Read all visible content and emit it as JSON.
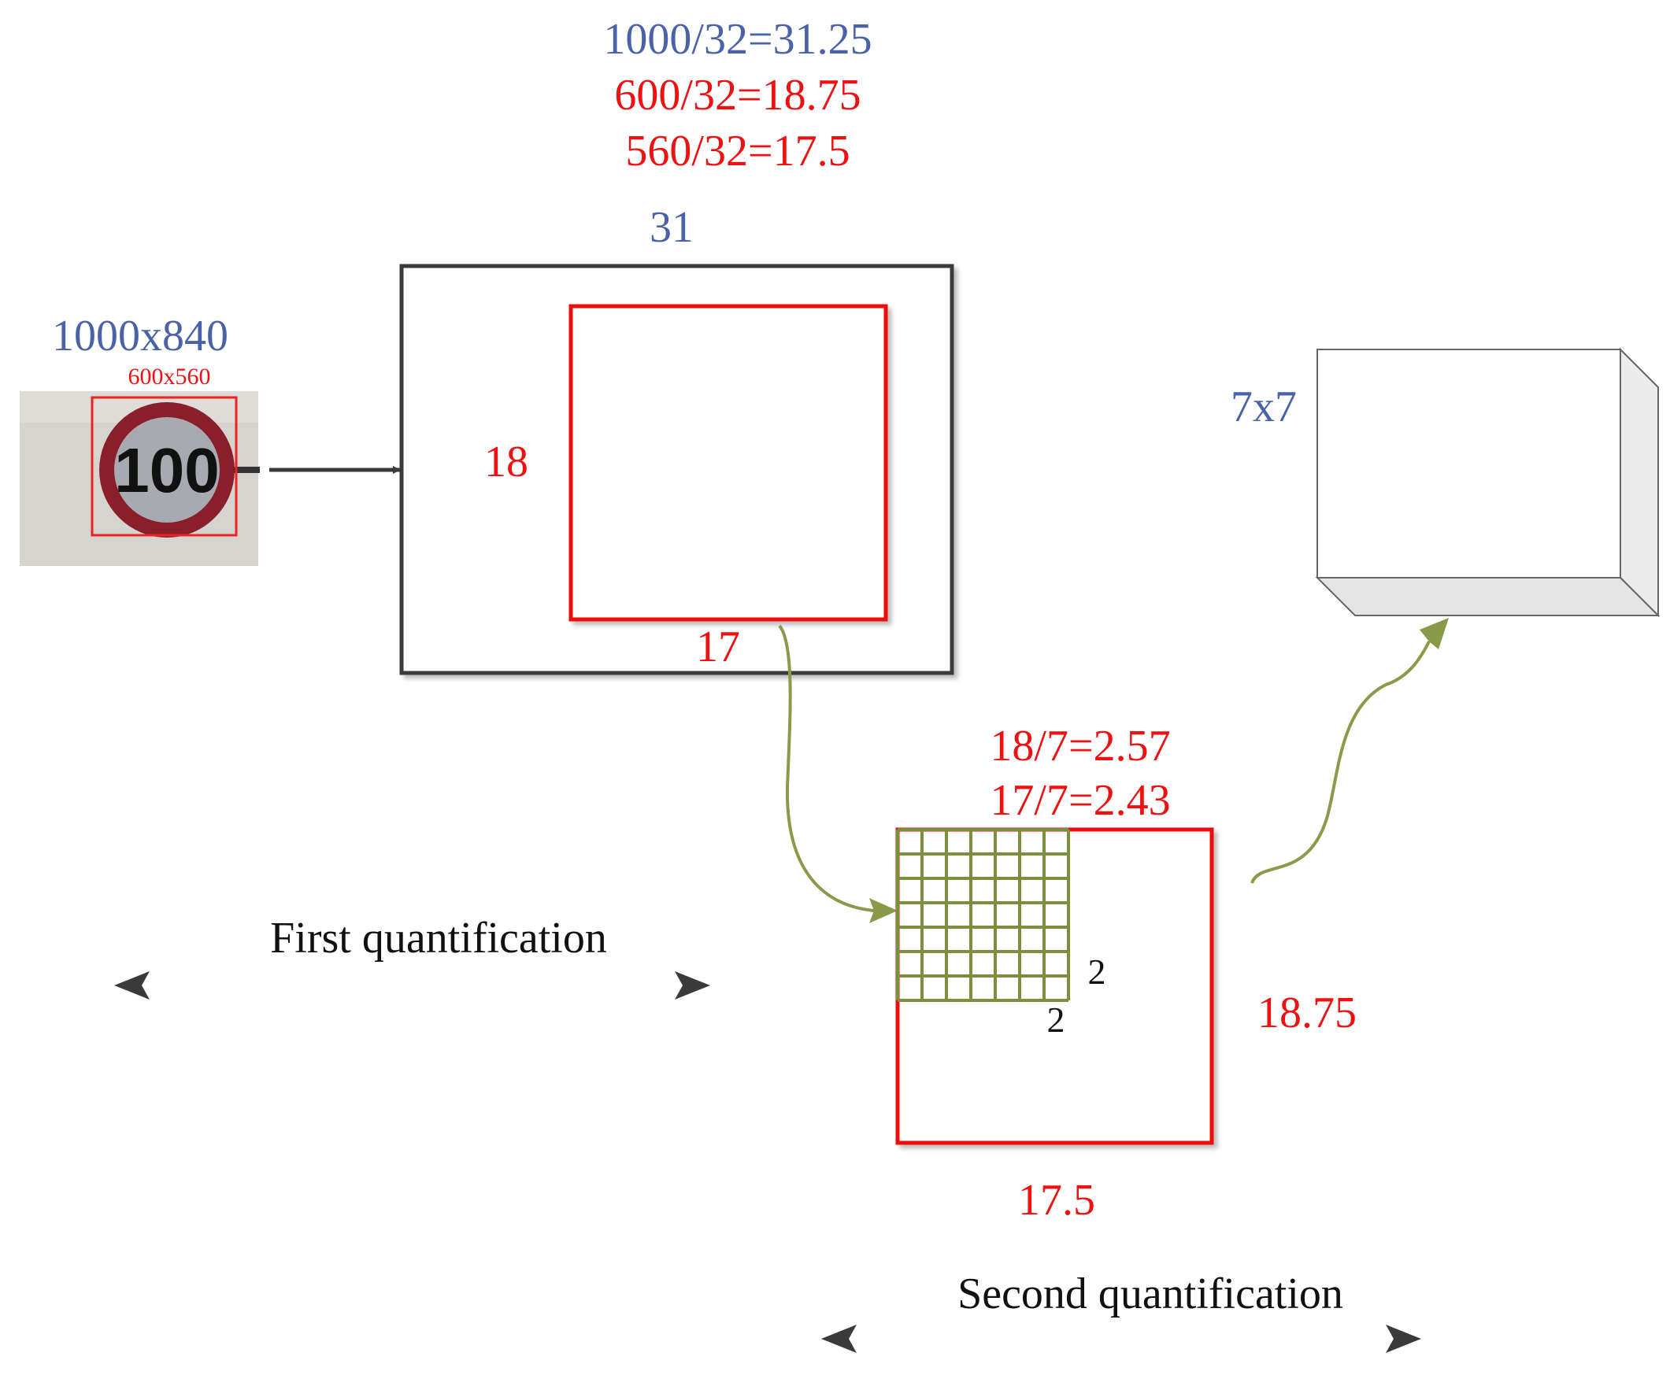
{
  "colors": {
    "blue_text": "#4a62a8",
    "red": "#ee1111",
    "dark": "#3a3a3a",
    "olive": "#8a9a4a",
    "grid": "#7d8f3c"
  },
  "equations": {
    "width_div": "1000/32=31.25",
    "roi_h_div": "600/32=18.75",
    "roi_w_div": "560/32=17.5"
  },
  "input_image": {
    "size_label": "1000x840",
    "roi_label": "600x560",
    "sign_text": "100"
  },
  "feature_map": {
    "top_label": "31",
    "roi_left_label": "18",
    "roi_bottom_label": "17"
  },
  "pooling": {
    "eq_1": "18/7=2.57",
    "eq_2": "17/7=2.43",
    "cell_label_right": "2",
    "cell_label_bottom": "2",
    "side_label": "18.75",
    "bottom_label": "17.5",
    "grid_cells": 7
  },
  "output": {
    "size_label": "7x7"
  },
  "captions": {
    "first": "First quantification",
    "second": "Second quantification"
  }
}
